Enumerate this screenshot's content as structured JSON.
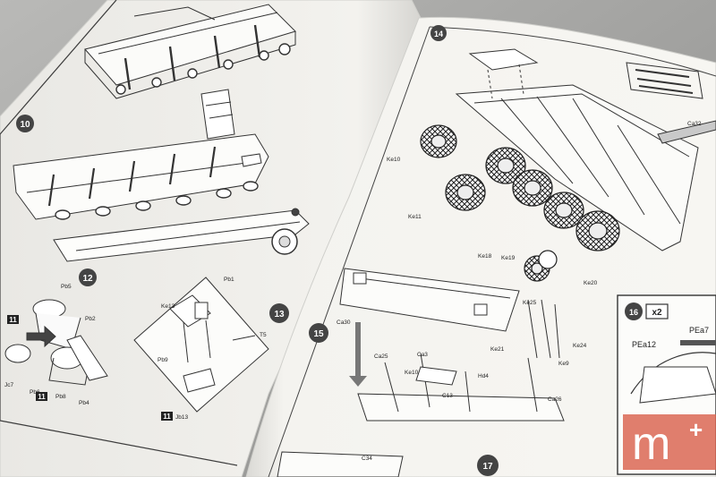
{
  "left_page": {
    "steps": [
      "10",
      "12",
      "13"
    ],
    "part_labels": [
      "Pb1",
      "Ke13",
      "T5",
      "Pb9",
      "Jb13",
      "Pb5",
      "Pb2",
      "Pb6",
      "Pb8",
      "Pb4",
      "Jc7"
    ],
    "qty_badges": [
      "11",
      "11",
      "11"
    ]
  },
  "right_page": {
    "steps": [
      "14",
      "15",
      "16",
      "17"
    ],
    "part_labels": [
      "Ke10",
      "Ke11",
      "Ke18",
      "Ke19",
      "Ke20",
      "Ke21",
      "Ke24",
      "Ke25",
      "Ke9",
      "Ca30",
      "Ca25",
      "Ca3",
      "Ke10",
      "C13",
      "Hd4",
      "Ca26",
      "C34",
      "Ca32"
    ],
    "multiplier": "x2",
    "callout_labels": [
      "PEa12",
      "PEa7"
    ]
  },
  "watermark": {
    "text": "m",
    "superscript": "+",
    "background": "#d9614e"
  },
  "colors": {
    "paper": "#f5f4f0",
    "line": "#333333",
    "background": "#3a3a3a",
    "highlight": "#c9c9c9"
  }
}
